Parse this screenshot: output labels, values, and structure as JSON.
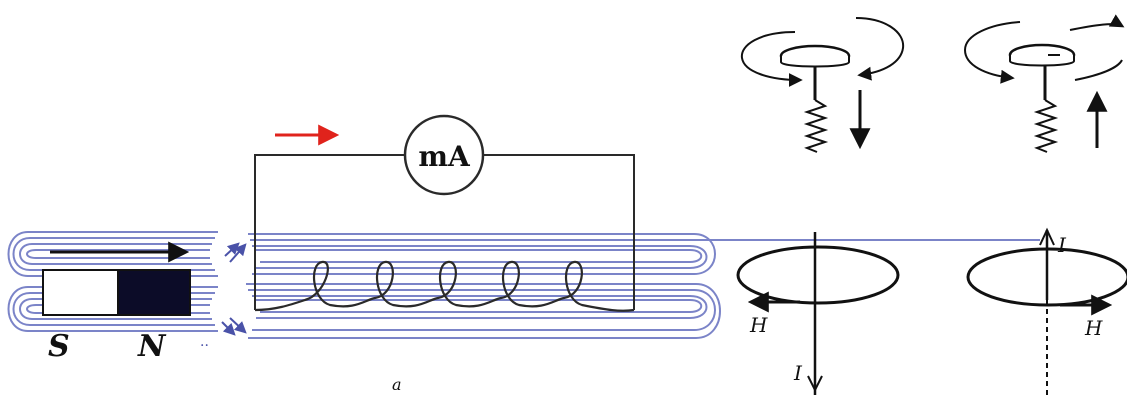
{
  "left_figure": {
    "meter_label": "mA",
    "magnet_south_label": "S",
    "magnet_north_label": "N",
    "caption": "a",
    "colors": {
      "field_lines": "#7b84c8",
      "wire": "#2a2a2a",
      "current_arrow": "#e0231c",
      "magnet_north": "#0c0c28",
      "magnet_south": "#ffffff"
    }
  },
  "right_figure": {
    "left_case": {
      "field_label": "H",
      "current_label": "I",
      "rotation_direction": "clockwise",
      "motion_direction": "down"
    },
    "right_case": {
      "field_label": "H",
      "current_label": "I",
      "rotation_direction": "counterclockwise",
      "motion_direction": "up"
    }
  }
}
